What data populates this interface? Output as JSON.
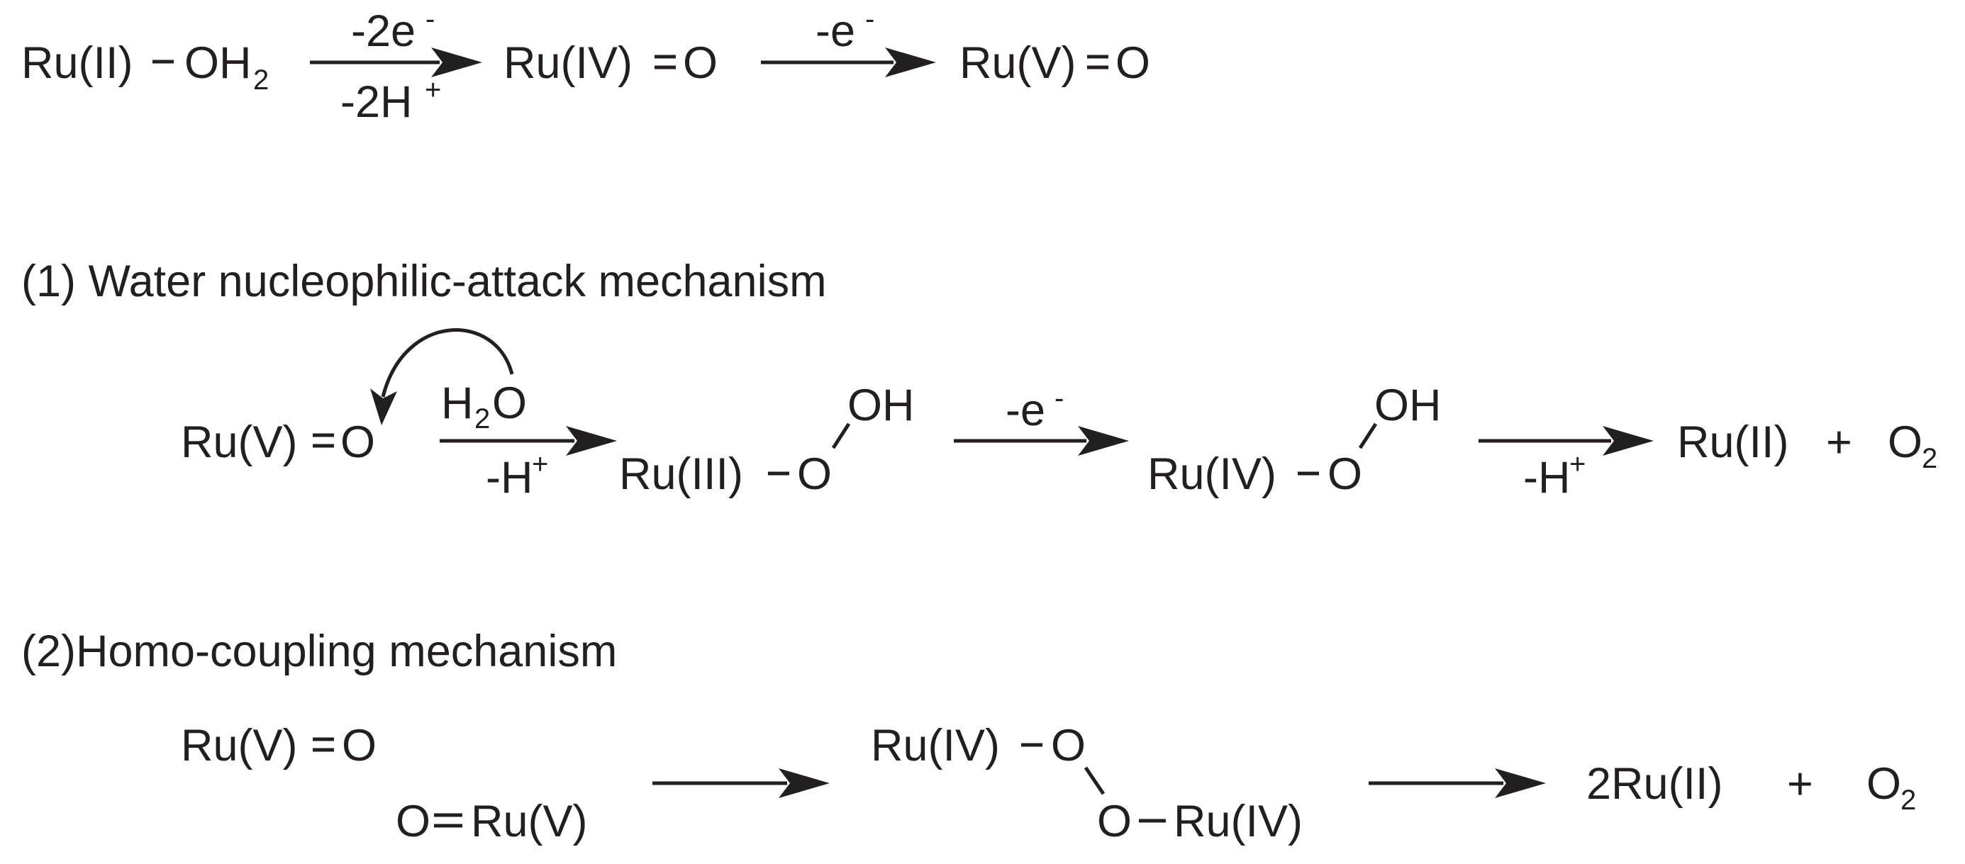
{
  "activation": {
    "start": "Ru(II)",
    "start_ligand": "OH",
    "start_sub": "2",
    "step1_above": "-2e",
    "step1_above_sup": "-",
    "step1_below": "-2H",
    "step1_below_sup": "+",
    "mid": "Ru(IV)",
    "mid_o": "O",
    "step2_above": "-e",
    "step2_above_sup": "-",
    "end": "Ru(V)",
    "end_o": "O"
  },
  "mechanism1": {
    "heading": "(1) Water nucleophilic-attack mechanism",
    "start": "Ru(V)",
    "start_o": "O",
    "water_h": "H",
    "water_sub": "2",
    "water_o": "O",
    "step1_below": "-H",
    "step1_below_sup": "+",
    "int1_metal": "Ru(III)",
    "int1_o": "O",
    "int1_oh": "OH",
    "step2_above": "-e",
    "step2_above_sup": "-",
    "int2_metal": "Ru(IV)",
    "int2_o": "O",
    "int2_oh": "OH",
    "step3_below": "-H",
    "step3_below_sup": "+",
    "product_metal": "Ru(II)",
    "plus": "+",
    "product_o2": "O",
    "product_o2_sub": "2"
  },
  "mechanism2": {
    "heading": "(2)Homo-coupling mechanism",
    "reactant_a": "Ru(V)",
    "reactant_a_o": "O",
    "reactant_b_o": "O",
    "reactant_b": "Ru(V)",
    "int_metal_top": "Ru(IV)",
    "int_o_top": "O",
    "int_o_bottom": "O",
    "int_metal_bottom": "Ru(IV)",
    "product_metal": "2Ru(II)",
    "plus": "+",
    "product_o2": "O",
    "product_o2_sub": "2"
  }
}
